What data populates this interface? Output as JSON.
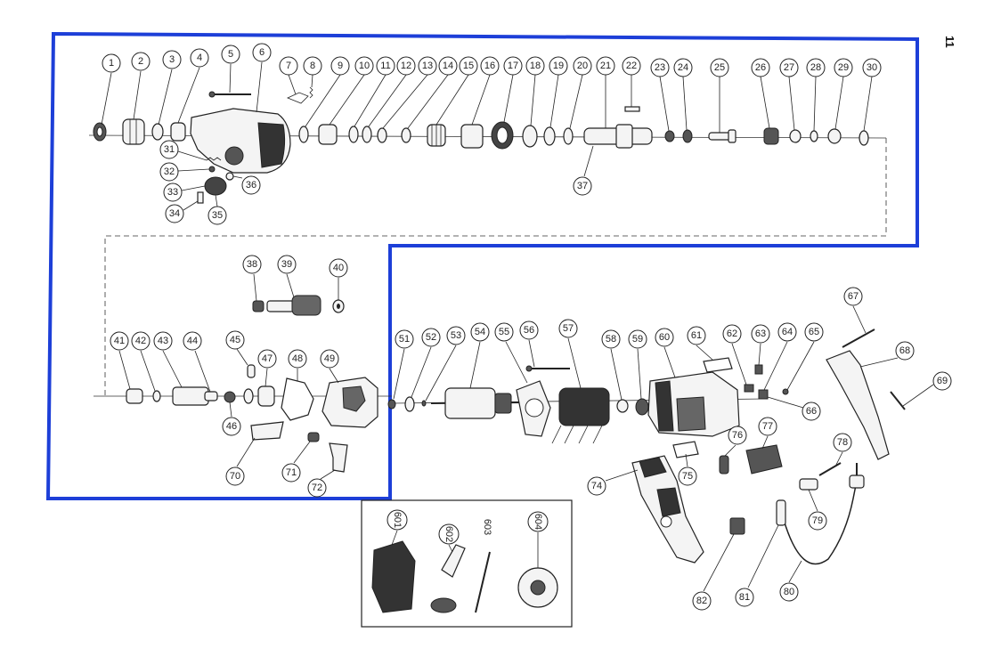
{
  "page": {
    "number": "11"
  },
  "colors": {
    "highlight": "#1d3fd8",
    "line": "#222222"
  },
  "parts": {
    "p1": "1",
    "p2": "2",
    "p3": "3",
    "p4": "4",
    "p5": "5",
    "p6": "6",
    "p7": "7",
    "p8": "8",
    "p9": "9",
    "p10": "10",
    "p11": "11",
    "p12": "12",
    "p13": "13",
    "p14": "14",
    "p15": "15",
    "p16": "16",
    "p17": "17",
    "p18": "18",
    "p19": "19",
    "p20": "20",
    "p21": "21",
    "p22": "22",
    "p23": "23",
    "p24": "24",
    "p25": "25",
    "p26": "26",
    "p27": "27",
    "p28": "28",
    "p29": "29",
    "p30": "30",
    "p31": "31",
    "p32": "32",
    "p33": "33",
    "p34": "34",
    "p35": "35",
    "p36": "36",
    "p37": "37",
    "p38": "38",
    "p39": "39",
    "p40": "40",
    "p41": "41",
    "p42": "42",
    "p43": "43",
    "p44": "44",
    "p45": "45",
    "p46": "46",
    "p47": "47",
    "p48": "48",
    "p49": "49",
    "p51": "51",
    "p52": "52",
    "p53": "53",
    "p54": "54",
    "p55": "55",
    "p56": "56",
    "p57": "57",
    "p58": "58",
    "p59": "59",
    "p60": "60",
    "p61": "61",
    "p62": "62",
    "p63": "63",
    "p64": "64",
    "p65": "65",
    "p66": "66",
    "p67": "67",
    "p68": "68",
    "p69": "69",
    "p70": "70",
    "p71": "71",
    "p72": "72",
    "p74": "74",
    "p75": "75",
    "p76": "76",
    "p77": "77",
    "p78": "78",
    "p79": "79",
    "p80": "80",
    "p81": "81",
    "p82": "82",
    "p601": "601",
    "p602": "602",
    "p603": "603",
    "p604": "604"
  }
}
